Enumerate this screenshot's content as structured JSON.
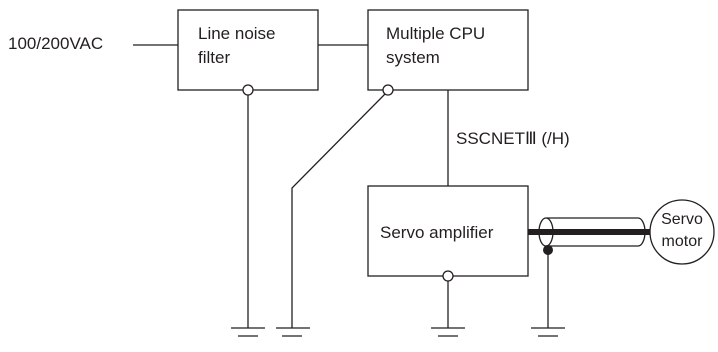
{
  "input": {
    "label": "100/200VAC"
  },
  "boxes": {
    "line_noise_filter": {
      "line1": "Line noise",
      "line2": "filter"
    },
    "cpu_system": {
      "line1": "Multiple CPU",
      "line2": "system"
    },
    "servo_amplifier": {
      "label": "Servo amplifier"
    }
  },
  "network": {
    "label": "SSCNETⅢ (/H)"
  },
  "servo_motor": {
    "line1": "Servo",
    "line2": "motor"
  }
}
